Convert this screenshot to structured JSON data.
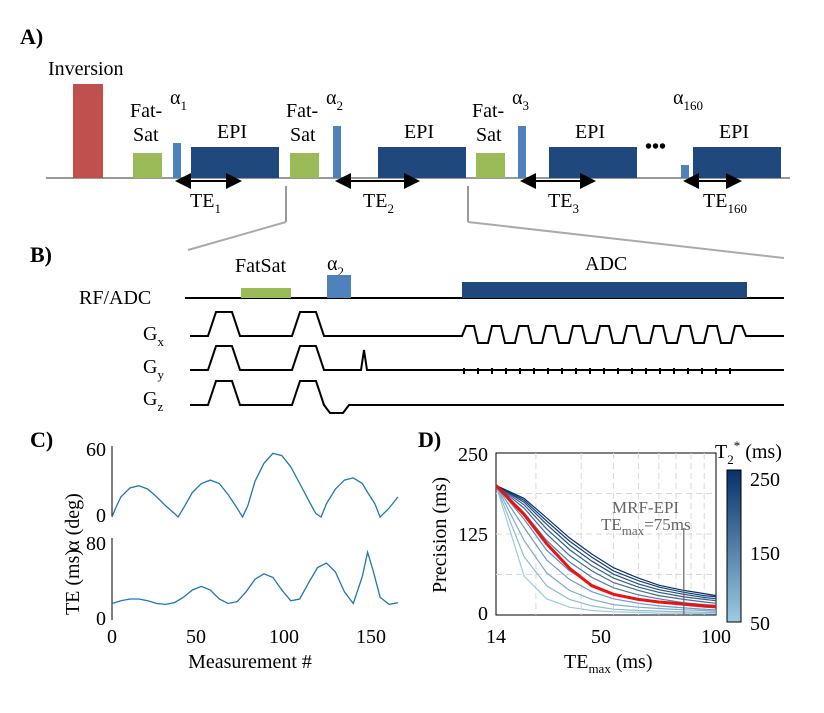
{
  "colors": {
    "inversion": "#c0504d",
    "fatsat": "#9bbb59",
    "alpha": "#4f81bd",
    "epi": "#1f497d",
    "curve": "#1f77b4",
    "highlight": "#ee1111",
    "grid": "#d9d9d9"
  },
  "panelA": {
    "label": "A)",
    "inversion": "Inversion",
    "fat1": "Fat-",
    "fat2": "Sat",
    "alpha_sym": "α",
    "alpha_subs": [
      "1",
      "2",
      "3",
      "160"
    ],
    "epi": "EPI",
    "te": "TE",
    "te_subs": [
      "1",
      "2",
      "3",
      "160"
    ],
    "ellipsis": "•••"
  },
  "panelB": {
    "label": "B)",
    "fatsat": "FatSat",
    "alpha_sym": "α",
    "alpha_sub": "2",
    "adc": "ADC",
    "rows": {
      "rf": "RF/ADC",
      "g": "G",
      "gx": "x",
      "gy": "y",
      "gz": "z"
    }
  },
  "panelC": {
    "label": "C)",
    "ylabel_top": "α (deg)",
    "ylabel_bottom": "TE (ms)",
    "xlabel": "Measurement #",
    "top_ticks": [
      "0",
      "60"
    ],
    "bottom_ticks": [
      "0",
      "80"
    ],
    "x_ticks": [
      "0",
      "50",
      "100",
      "150"
    ]
  },
  "panelD": {
    "label": "D)",
    "ylabel": "Precision (ms)",
    "xlabel_main": "TE",
    "xlabel_sub": "max",
    "xlabel_unit": " (ms)",
    "y_ticks": [
      "0",
      "125",
      "250"
    ],
    "x_ticks": [
      "14",
      "50",
      "100"
    ],
    "annotation1": "MRF-EPI",
    "annotation2_main": "TE",
    "annotation2_sub": "max",
    "annotation2_rest": "=75ms",
    "colorbar_title_main": "T",
    "colorbar_title_sub": "2",
    "colorbar_title_sup": "*",
    "colorbar_title_rest": " (ms)",
    "colorbar_ticks": [
      "50",
      "150",
      "250"
    ]
  },
  "chart_data": [
    {
      "type": "line",
      "panel": "C-top",
      "ylabel": "α (deg)",
      "xlim": [
        0,
        160
      ],
      "ylim": [
        0,
        60
      ],
      "x": [
        0,
        2,
        5,
        10,
        15,
        20,
        25,
        30,
        35,
        37,
        40,
        45,
        50,
        55,
        60,
        65,
        70,
        73,
        76,
        80,
        85,
        90,
        95,
        100,
        105,
        110,
        114,
        117,
        120,
        125,
        130,
        135,
        140,
        143,
        147,
        150,
        155,
        160
      ],
      "values": [
        0,
        8,
        18,
        26,
        28,
        25,
        18,
        10,
        3,
        0,
        8,
        22,
        30,
        33,
        30,
        20,
        8,
        0,
        10,
        32,
        48,
        57,
        55,
        45,
        30,
        15,
        3,
        0,
        12,
        25,
        33,
        35,
        30,
        22,
        12,
        0,
        8,
        18
      ]
    },
    {
      "type": "line",
      "panel": "C-bottom",
      "ylabel": "TE (ms)",
      "xlabel": "Measurement #",
      "xlim": [
        0,
        160
      ],
      "ylim": [
        0,
        80
      ],
      "x": [
        0,
        5,
        10,
        15,
        20,
        25,
        30,
        35,
        40,
        45,
        50,
        55,
        60,
        65,
        70,
        75,
        80,
        85,
        90,
        95,
        100,
        105,
        110,
        115,
        120,
        125,
        130,
        135,
        140,
        143,
        146,
        150,
        155,
        160
      ],
      "values": [
        15,
        18,
        20,
        20,
        18,
        15,
        14,
        16,
        22,
        30,
        34,
        30,
        20,
        15,
        17,
        28,
        42,
        48,
        44,
        30,
        18,
        20,
        38,
        55,
        60,
        50,
        28,
        15,
        45,
        72,
        52,
        22,
        14,
        16
      ]
    },
    {
      "type": "line",
      "panel": "D",
      "ylabel": "Precision (ms)",
      "xlabel": "TEmax (ms)",
      "xscale": "log",
      "xlim": [
        14,
        100
      ],
      "ylim": [
        0,
        250
      ],
      "grid": true,
      "x": [
        14,
        18,
        22,
        27,
        33,
        40,
        50,
        60,
        75,
        90,
        100
      ],
      "series": [
        {
          "t2": 50,
          "values": [
            200,
            60,
            25,
            12,
            7,
            5,
            4,
            3,
            3,
            2,
            2
          ]
        },
        {
          "t2": 70,
          "values": [
            200,
            90,
            45,
            24,
            14,
            9,
            7,
            6,
            5,
            4,
            4
          ]
        },
        {
          "t2": 90,
          "values": [
            200,
            115,
            65,
            38,
            24,
            16,
            12,
            10,
            8,
            7,
            6
          ]
        },
        {
          "t2": 110,
          "values": [
            200,
            135,
            85,
            55,
            36,
            25,
            18,
            14,
            11,
            9,
            8
          ]
        },
        {
          "t2": 130,
          "values": [
            200,
            148,
            100,
            68,
            47,
            33,
            24,
            19,
            15,
            12,
            11
          ]
        },
        {
          "t2": 150,
          "values": [
            200,
            158,
            115,
            82,
            58,
            42,
            31,
            25,
            19,
            16,
            15
          ]
        },
        {
          "t2": 170,
          "values": [
            200,
            165,
            125,
            92,
            68,
            50,
            38,
            30,
            24,
            20,
            18
          ]
        },
        {
          "t2": 190,
          "values": [
            200,
            170,
            133,
            101,
            76,
            57,
            43,
            35,
            28,
            24,
            22
          ]
        },
        {
          "t2": 210,
          "values": [
            200,
            174,
            140,
            108,
            83,
            63,
            48,
            39,
            32,
            27,
            25
          ]
        },
        {
          "t2": 230,
          "values": [
            200,
            177,
            145,
            114,
            89,
            68,
            53,
            43,
            35,
            30,
            28
          ]
        },
        {
          "t2": 250,
          "values": [
            200,
            180,
            150,
            119,
            94,
            73,
            57,
            46,
            38,
            33,
            30
          ]
        }
      ],
      "highlight": {
        "values": [
          200,
          155,
          110,
          72,
          45,
          32,
          24,
          20,
          17,
          14,
          13
        ]
      },
      "marker_x": 75,
      "colorbar": {
        "min": 50,
        "max": 250
      }
    }
  ]
}
